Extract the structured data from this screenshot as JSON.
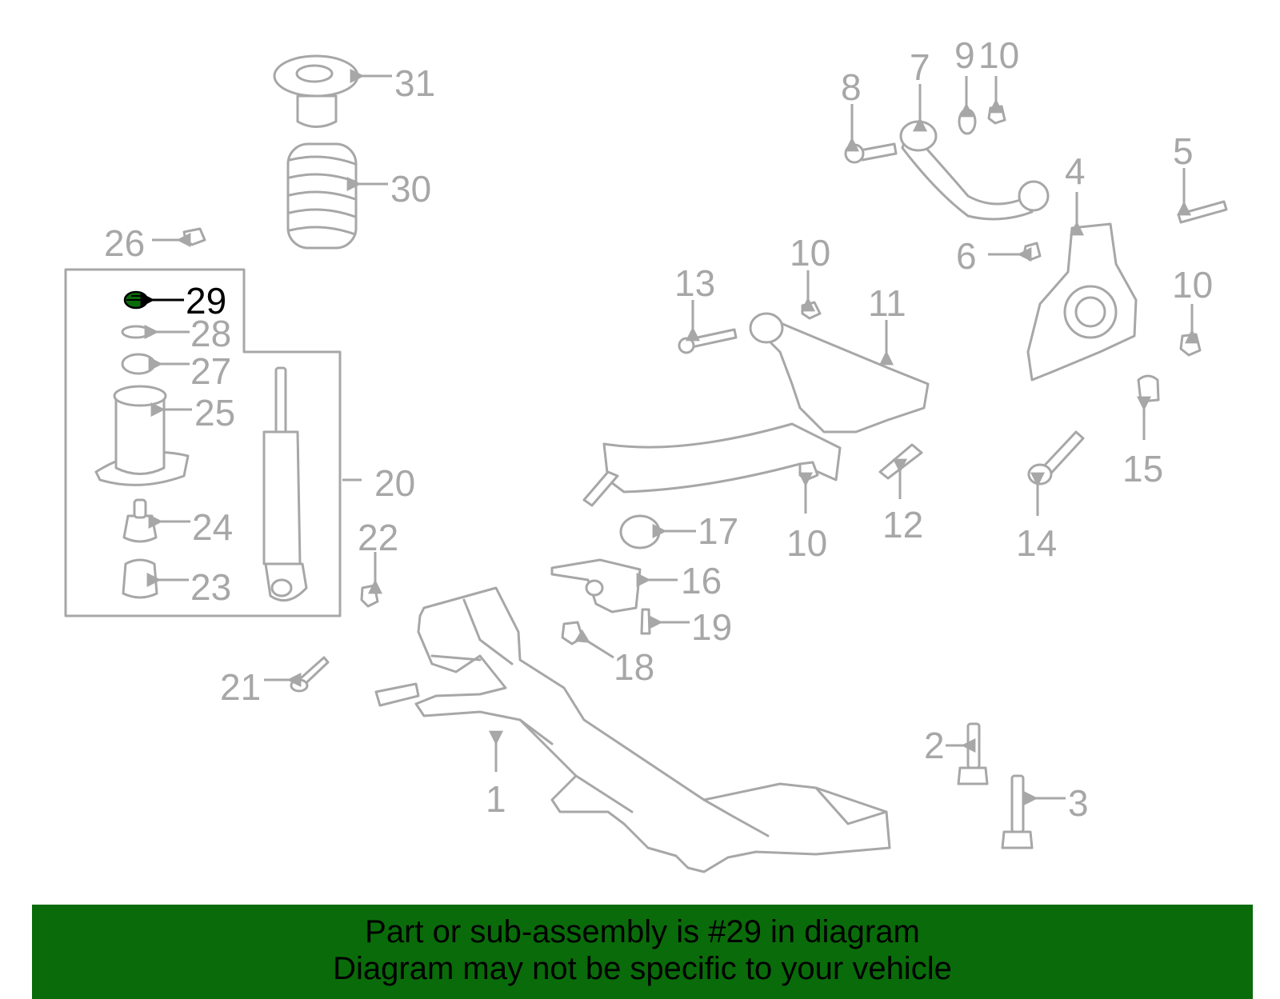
{
  "diagram": {
    "highlighted_part": "29",
    "highlight_color": "#0a6b0a",
    "callouts": {
      "c1": "1",
      "c2": "2",
      "c3": "3",
      "c4": "4",
      "c5": "5",
      "c6": "6",
      "c7": "7",
      "c8": "8",
      "c9": "9",
      "c10a": "10",
      "c10b": "10",
      "c10c": "10",
      "c10d": "10",
      "c11": "11",
      "c12": "12",
      "c13": "13",
      "c14": "14",
      "c15": "15",
      "c16": "16",
      "c17": "17",
      "c18": "18",
      "c19": "19",
      "c20": "20",
      "c21": "21",
      "c22": "22",
      "c23": "23",
      "c24": "24",
      "c25": "25",
      "c26": "26",
      "c27": "27",
      "c28": "28",
      "c29": "29",
      "c30": "30",
      "c31": "31"
    }
  },
  "footer": {
    "background_color": "#0a6b0a",
    "line1": "Part or sub-assembly is #29 in diagram",
    "line2": "Diagram may not be specific to your vehicle"
  }
}
